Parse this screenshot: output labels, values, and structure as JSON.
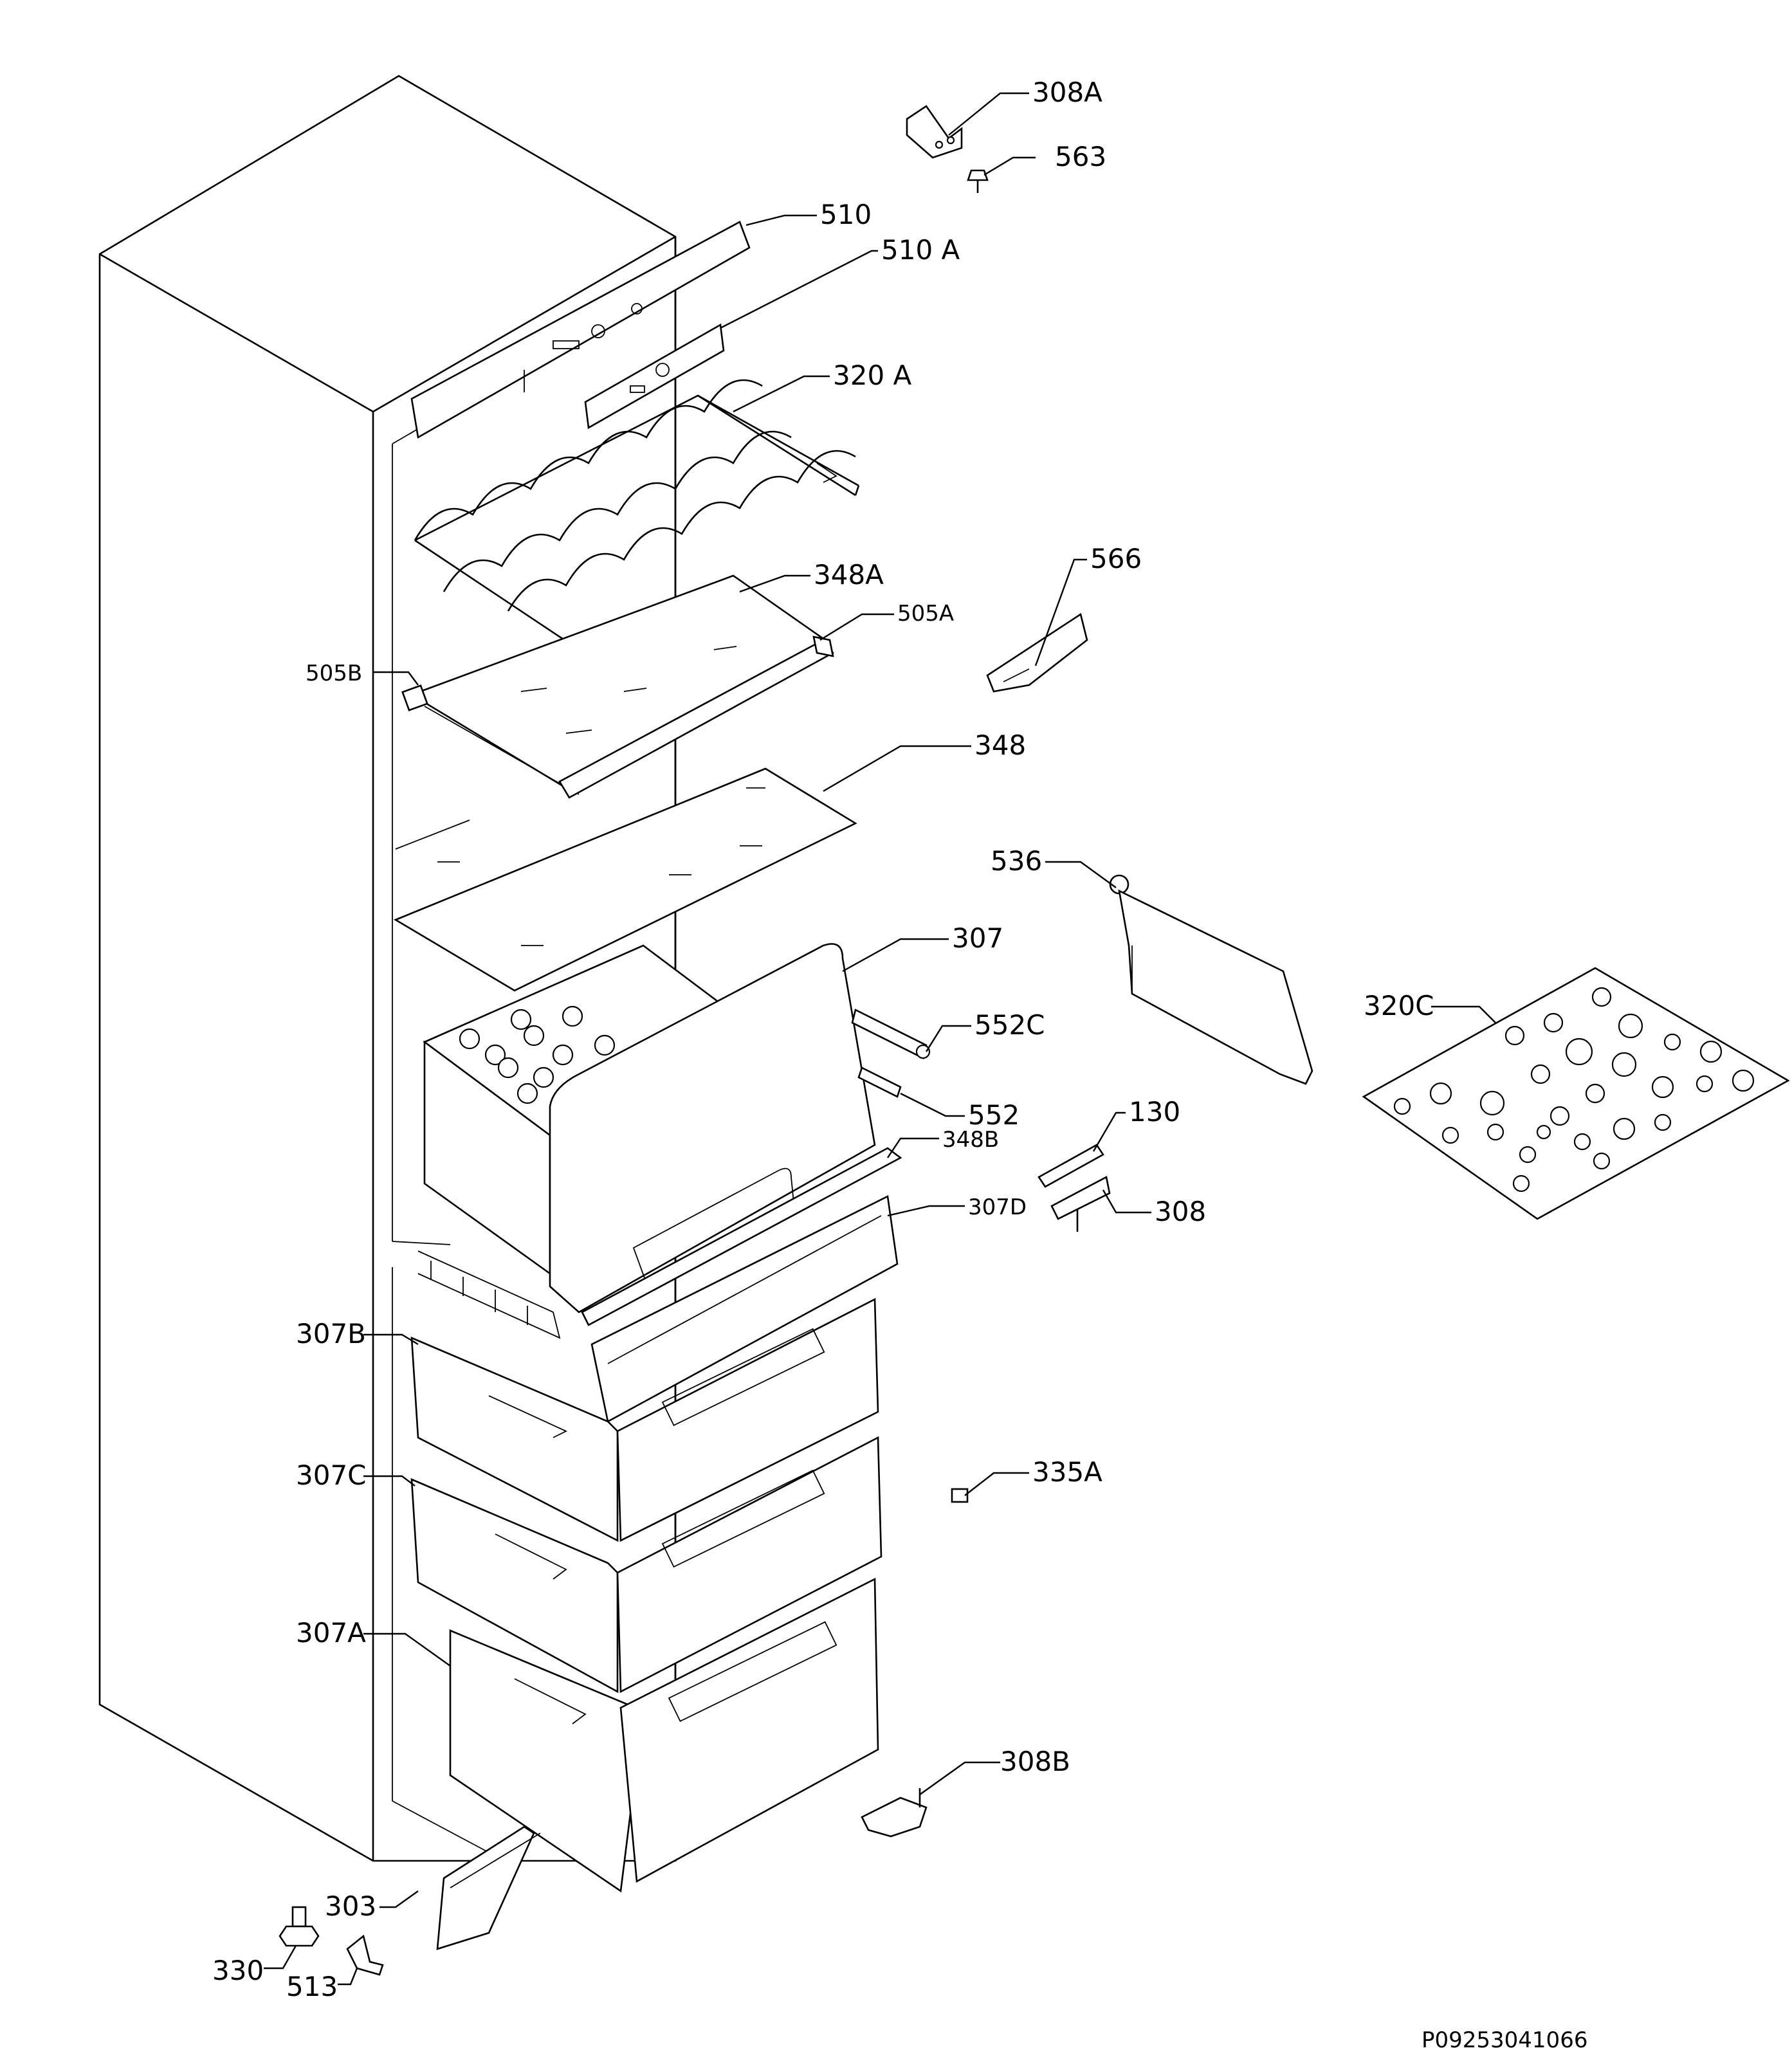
{
  "diagram": {
    "code": "P09253041066",
    "labels": {
      "l308A": "308A",
      "l563": "563",
      "l510": "510",
      "l510A": "510 A",
      "l320A": "320 A",
      "l348A": "348A",
      "l505A": "505A",
      "l505B": "505B",
      "l566": "566",
      "l348": "348",
      "l536": "536",
      "l307": "307",
      "l552C": "552C",
      "l552": "552",
      "l320C": "320C",
      "l130": "130",
      "l348B": "348B",
      "l308": "308",
      "l307D": "307D",
      "l307B": "307B",
      "l335A": "335A",
      "l307C": "307C",
      "l307A": "307A",
      "l308B": "308B",
      "l303": "303",
      "l330": "330",
      "l513": "513"
    }
  }
}
